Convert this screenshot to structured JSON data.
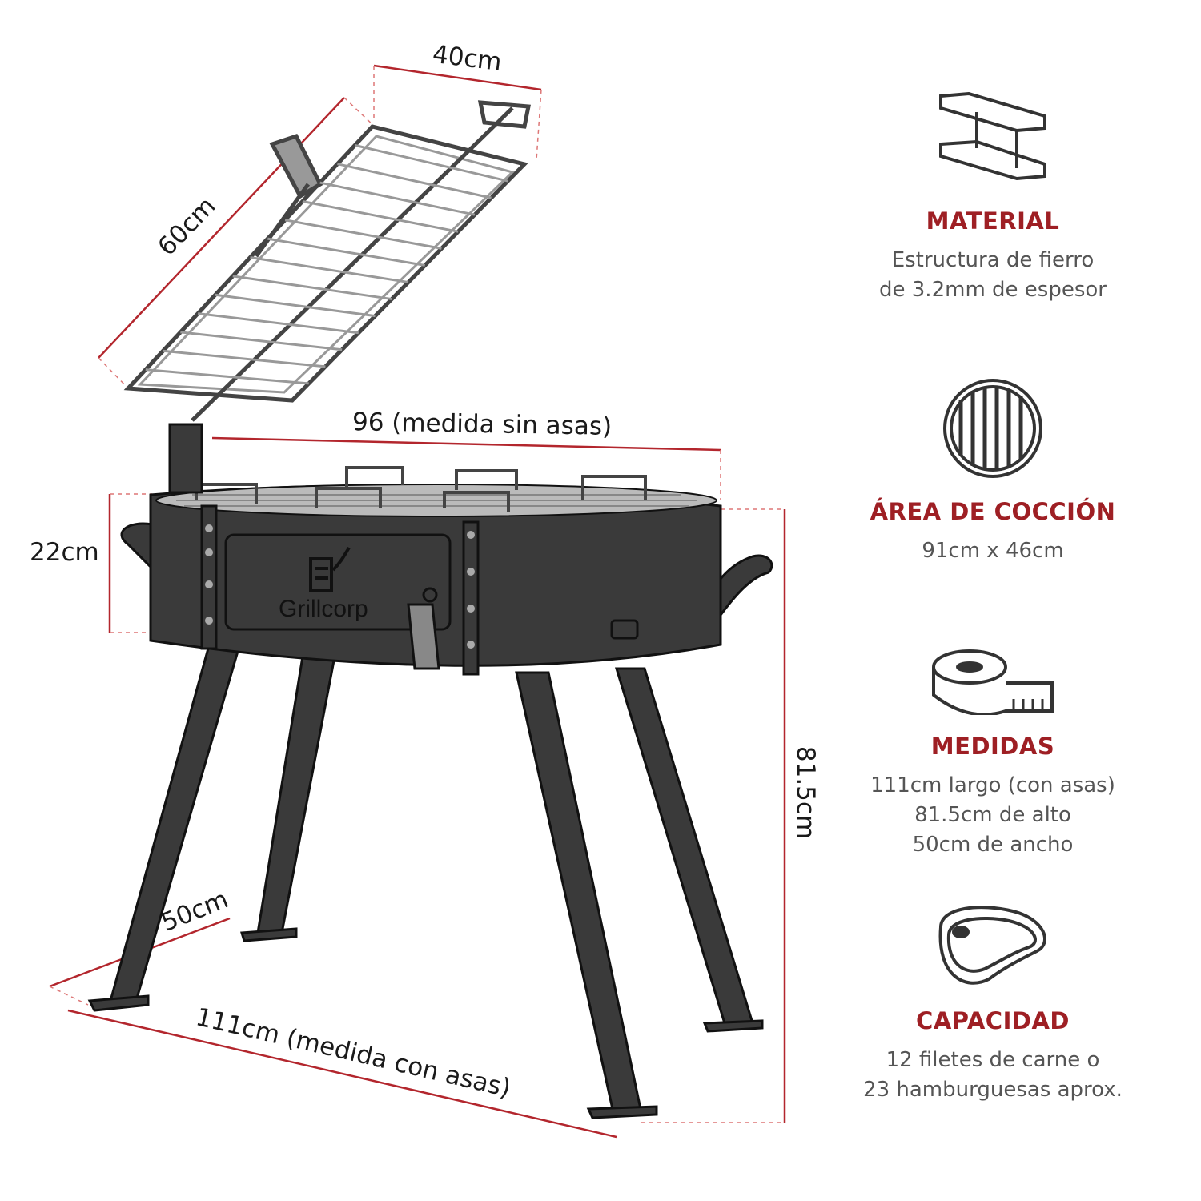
{
  "dimensions": {
    "grate_width": "40cm",
    "grate_length": "60cm",
    "body_length": "96 (medida sin asas)",
    "body_height": "22cm",
    "total_height": "81.5cm",
    "depth": "50cm",
    "total_length": "111cm (medida con asas)"
  },
  "brand": {
    "name": "Grillcorp"
  },
  "features": [
    {
      "icon": "steel-beam-icon",
      "title": "MATERIAL",
      "lines": [
        "Estructura de fierro",
        "de 3.2mm de espesor"
      ]
    },
    {
      "icon": "grill-grate-icon",
      "title": "ÁREA DE COCCIÓN",
      "lines": [
        "91cm x 46cm"
      ]
    },
    {
      "icon": "measuring-tape-icon",
      "title": "MEDIDAS",
      "lines": [
        "111cm largo (con asas)",
        "81.5cm de alto",
        "50cm de ancho"
      ]
    },
    {
      "icon": "steak-icon",
      "title": "CAPACIDAD",
      "lines": [
        "12 filetes de carne o",
        "23 hamburguesas aprox."
      ]
    }
  ],
  "colors": {
    "accent": "#9e1f24",
    "text": "#555555",
    "metal": "#3a3a3a"
  }
}
